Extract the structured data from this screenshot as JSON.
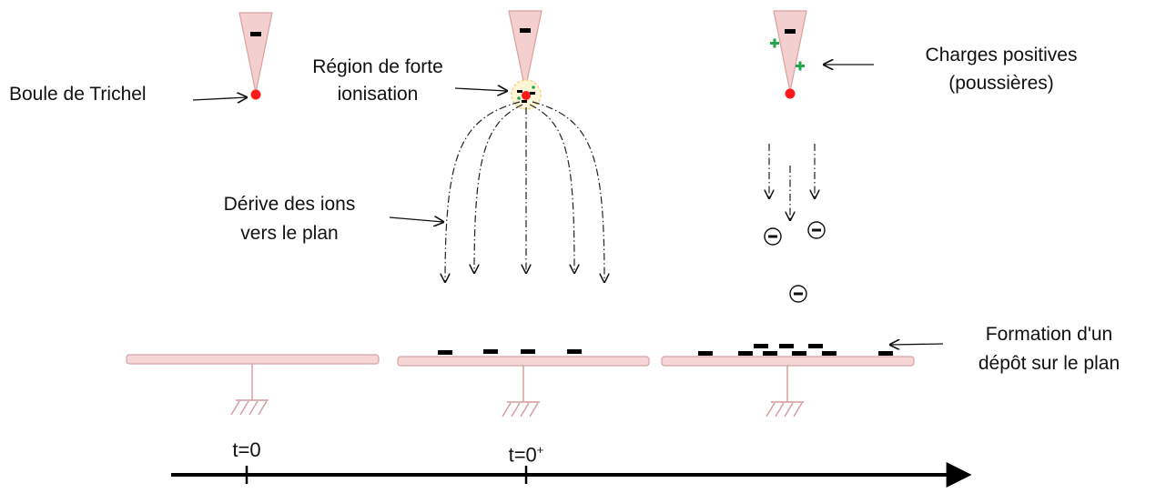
{
  "labels": {
    "trichel_ball": "Boule de Trichel",
    "ionisation_line1": "Région de forte",
    "ionisation_line2": "ionisation",
    "positive_line1": "Charges positives",
    "positive_line2": "(poussières)",
    "drift_line1": "Dérive des ions",
    "drift_line2": "vers le plan",
    "deposit_line1": "Formation d'un",
    "deposit_line2": "dépôt sur le plan"
  },
  "timeline": {
    "t0": "t=0",
    "t0plus": "t=0",
    "t0plus_sup": "+"
  },
  "colors": {
    "tip_fill": "#f4cfcf",
    "tip_stroke": "#d9a0a0",
    "plane_fill": "#f6d6d6",
    "plane_stroke": "#d4a4a4",
    "ground": "#d29a9a",
    "trichel_ball": "#ff1a1a",
    "positive_charge": "#22a64a",
    "negative_charge": "#000000",
    "ionisation_halo": "#f3d27a",
    "timeline": "#000000"
  }
}
